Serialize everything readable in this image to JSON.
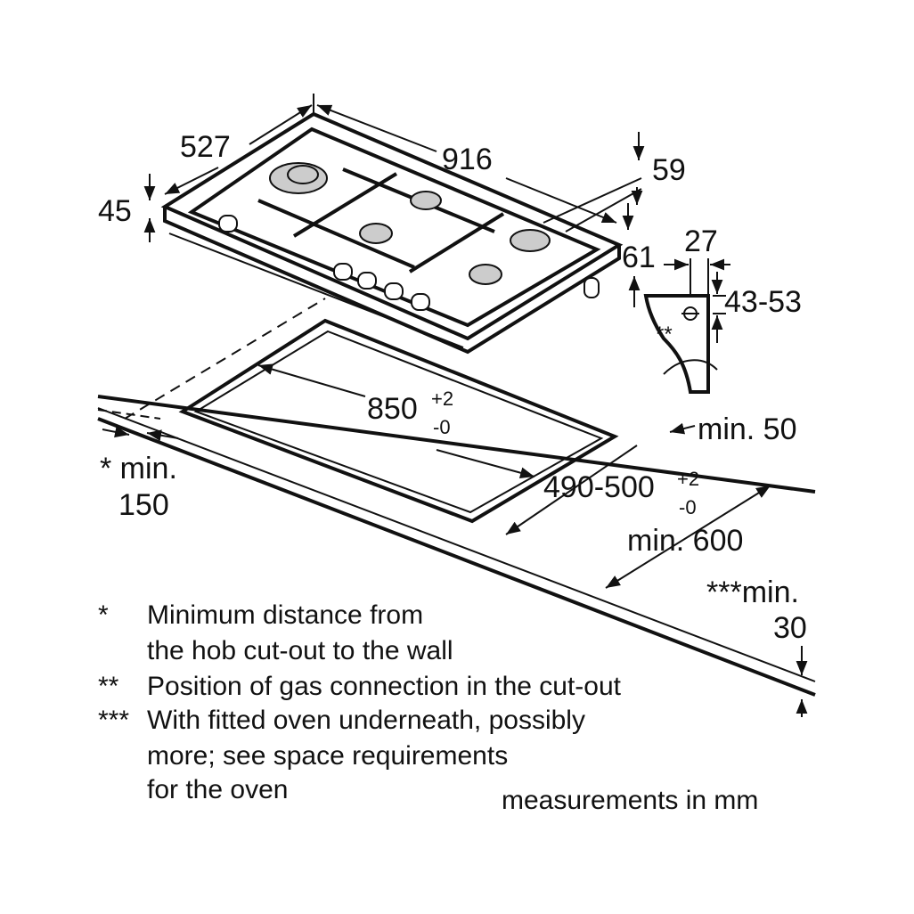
{
  "dimensions": {
    "depth": "527",
    "width": "916",
    "height": "45",
    "right_top": "59",
    "right_side": "61",
    "gas_offset": "27",
    "gas_height": "43-53",
    "cutout_width": "850",
    "cutout_width_tol_plus": "+2",
    "cutout_width_tol_minus": "-0",
    "cutout_depth": "490-500",
    "cutout_depth_tol_plus": "+2",
    "cutout_depth_tol_minus": "-0",
    "min_back": "min. 50",
    "min_wall_line1": "* min.",
    "min_wall_line2": "150",
    "min_front": "min. 600",
    "min_thickness_line1": "***min.",
    "min_thickness_line2": "30",
    "gas_marker": "**"
  },
  "notes": [
    {
      "marker": "*",
      "lines": [
        "Minimum distance from",
        "the hob cut-out to the wall"
      ]
    },
    {
      "marker": "**",
      "lines": [
        "Position of gas connection in the cut-out"
      ]
    },
    {
      "marker": "***",
      "lines": [
        "With fitted oven underneath, possibly",
        "more; see space requirements",
        "for the oven"
      ]
    }
  ],
  "units_note": "measurements in mm"
}
